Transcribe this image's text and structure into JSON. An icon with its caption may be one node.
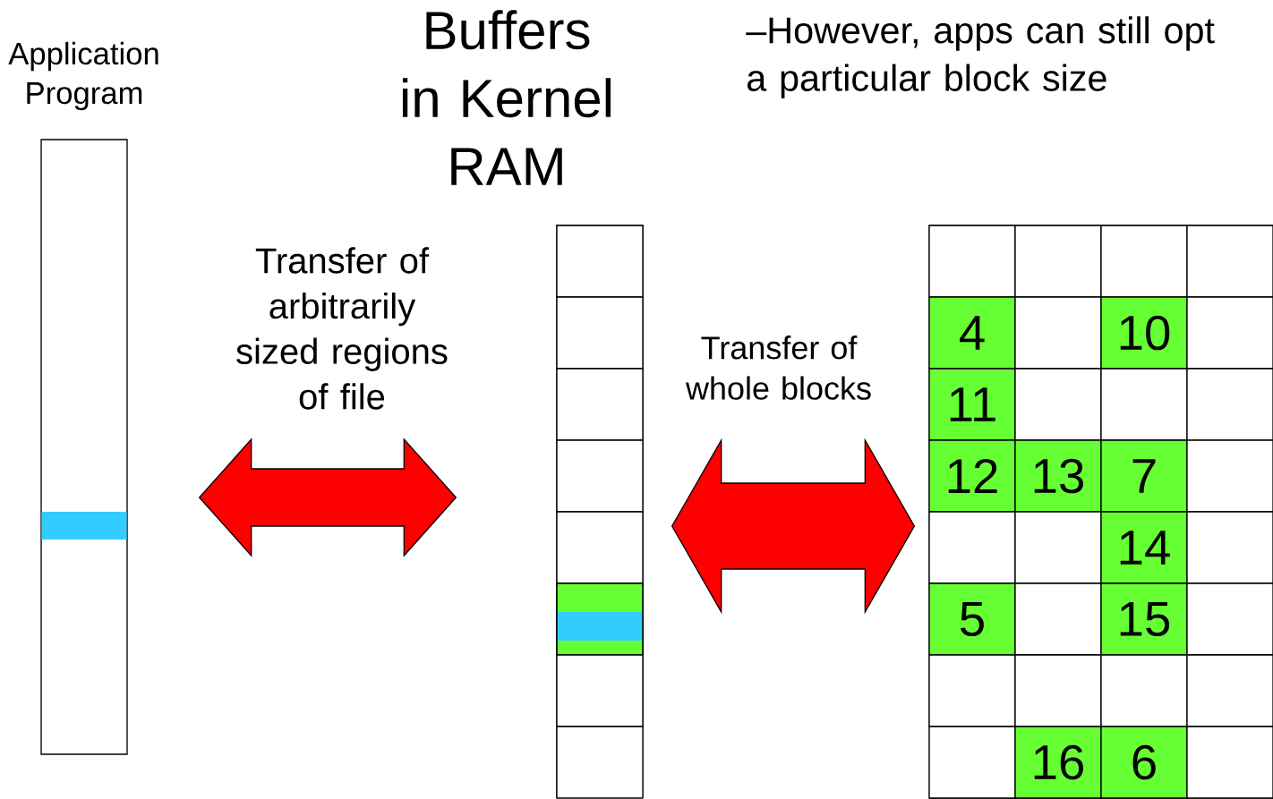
{
  "diagram": {
    "nodes": [
      {
        "text": [
          "Application Program"
        ]
      },
      {
        "text": [
          "Buffers in Kernel RAM"
        ]
      },
      {
        "text": [],
        "shape": "box",
        "in": 1
      },
      {
        "text": [],
        "shape": "box",
        "in": 1
      },
      {
        "text": [],
        "shape": "box",
        "in": 1
      },
      {
        "text": [],
        "shape": "box",
        "in": 1
      },
      {
        "text": [],
        "shape": "box",
        "in": 1
      },
      {
        "text": [],
        "shape": "box",
        "in": 1
      },
      {
        "text": [],
        "shape": "box",
        "in": 1
      },
      {
        "text": [],
        "shape": "box",
        "in": 1
      },
      {
        "text": [],
        "shape": "box"
      },
      {
        "text": [],
        "shape": "box",
        "in": 10
      },
      {
        "text": [],
        "shape": "box",
        "in": 10
      },
      {
        "text": [],
        "shape": "box",
        "in": 10
      },
      {
        "text": [],
        "shape": "box",
        "in": 10
      },
      {
        "text": [
          "4"
        ],
        "in": 10
      },
      {
        "text": [],
        "shape": "box",
        "in": 10
      },
      {
        "text": [
          "10"
        ],
        "in": 10
      },
      {
        "text": [],
        "shape": "box",
        "in": 10
      },
      {
        "text": [
          "11"
        ],
        "in": 10
      },
      {
        "text": [],
        "shape": "box",
        "in": 10
      },
      {
        "text": [],
        "shape": "box",
        "in": 10
      },
      {
        "text": [],
        "shape": "box",
        "in": 10
      },
      {
        "text": [
          "12"
        ],
        "in": 10
      },
      {
        "text": [
          "13"
        ],
        "in": 10
      },
      {
        "text": [
          "7"
        ],
        "in": 10
      },
      {
        "text": [],
        "shape": "box",
        "in": 10
      },
      {
        "text": [],
        "shape": "box",
        "in": 10
      },
      {
        "text": [],
        "shape": "box",
        "in": 10
      },
      {
        "text": [
          "14"
        ],
        "in": 10
      },
      {
        "text": [],
        "shape": "box",
        "in": 10
      },
      {
        "text": [
          "5"
        ],
        "in": 10
      },
      {
        "text": [],
        "shape": "box",
        "in": 10
      },
      {
        "text": [
          "15"
        ],
        "in": 10
      },
      {
        "text": [],
        "shape": "box",
        "in": 10
      },
      {
        "text": [],
        "shape": "box",
        "in": 10
      },
      {
        "text": [],
        "shape": "box",
        "in": 10
      },
      {
        "text": [],
        "shape": "box",
        "in": 10
      },
      {
        "text": [],
        "shape": "box",
        "in": 10
      },
      {
        "text": [],
        "shape": "box",
        "in": 10
      },
      {
        "text": [
          "16"
        ],
        "in": 10
      },
      {
        "text": [
          "6"
        ],
        "in": 10
      },
      {
        "text": [],
        "shape": "box",
        "in": 10
      }
    ],
    "edges": [
      {
        "from": 0,
        "to": 1,
        "arrow": "both",
        "label": "Transfer of arbitrarily sized regions of file"
      },
      {
        "from": 1,
        "to": 10,
        "arrow": "both",
        "label": "Transfer of whole blocks"
      }
    ],
    "labels": [
      "–However, apps can still opt a particular block size"
    ]
  }
}
